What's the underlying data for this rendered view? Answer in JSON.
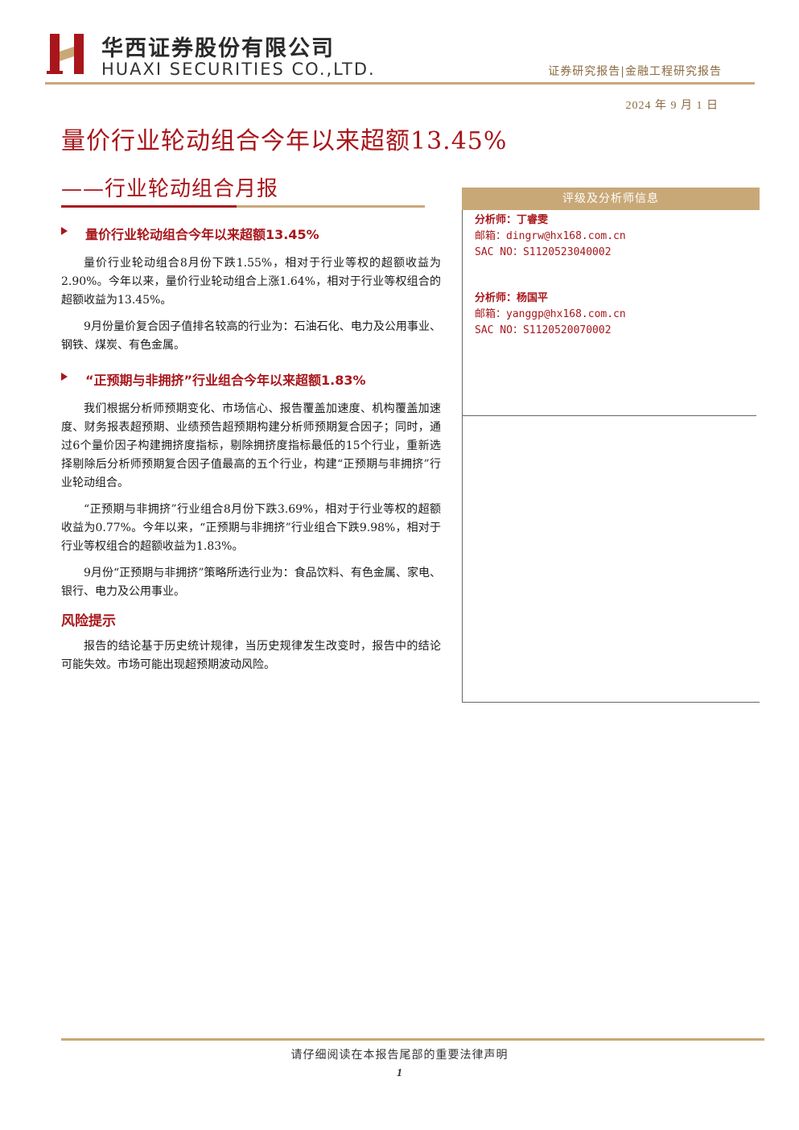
{
  "header": {
    "company_cn": "华西证券股份有限公司",
    "company_en": "HUAXI SECURITIES CO.,LTD.",
    "report_type": "证券研究报告|金融工程研究报告",
    "date": "2024 年 9 月 1 日"
  },
  "title": {
    "main": "量价行业轮动组合今年以来超额13.45%",
    "sub": "——行业轮动组合月报"
  },
  "sections": [
    {
      "heading": "量价行业轮动组合今年以来超额13.45%",
      "paragraphs": [
        "量价行业轮动组合8月份下跌1.55%，相对于行业等权的超额收益为2.90%。今年以来，量价行业轮动组合上涨1.64%，相对于行业等权组合的超额收益为13.45%。",
        "9月份量价复合因子值排名较高的行业为：石油石化、电力及公用事业、钢铁、煤炭、有色金属。"
      ]
    },
    {
      "heading": "“正预期与非拥挤”行业组合今年以来超额1.83%",
      "paragraphs": [
        "我们根据分析师预期变化、市场信心、报告覆盖加速度、机构覆盖加速度、财务报表超预期、业绩预告超预期构建分析师预期复合因子；同时，通过6个量价因子构建拥挤度指标，剔除拥挤度指标最低的15个行业，重新选择剔除后分析师预期复合因子值最高的五个行业，构建“正预期与非拥挤”行业轮动组合。",
        "“正预期与非拥挤”行业组合8月份下跌3.69%，相对于行业等权的超额收益为0.77%。今年以来，“正预期与非拥挤”行业组合下跌9.98%，相对于行业等权组合的超额收益为1.83%。",
        "9月份“正预期与非拥挤”策略所选行业为：食品饮料、有色金属、家电、银行、电力及公用事业。"
      ]
    }
  ],
  "risk": {
    "heading": "风险提示",
    "paragraph": "报告的结论基于历史统计规律，当历史规律发生改变时，报告中的结论可能失效。市场可能出现超预期波动风险。"
  },
  "side_panel": {
    "header": "评级及分析师信息",
    "analysts": [
      {
        "name": "分析师：丁睿雯",
        "email": "邮箱：dingrw@hx168.com.cn",
        "sac": "SAC NO：S1120523040002"
      },
      {
        "name": "分析师：杨国平",
        "email": "邮箱：yanggp@hx168.com.cn",
        "sac": "SAC NO：S1120520070002"
      }
    ]
  },
  "footer": {
    "notice": "请仔细阅读在本报告尾部的重要法律声明",
    "page_number": "1"
  },
  "colors": {
    "brand_red": "#a8161b",
    "gold": "#c9a878"
  },
  "icons": {
    "bullet": "triangle-bullet-icon",
    "logo": "huaxi-logo-icon"
  }
}
